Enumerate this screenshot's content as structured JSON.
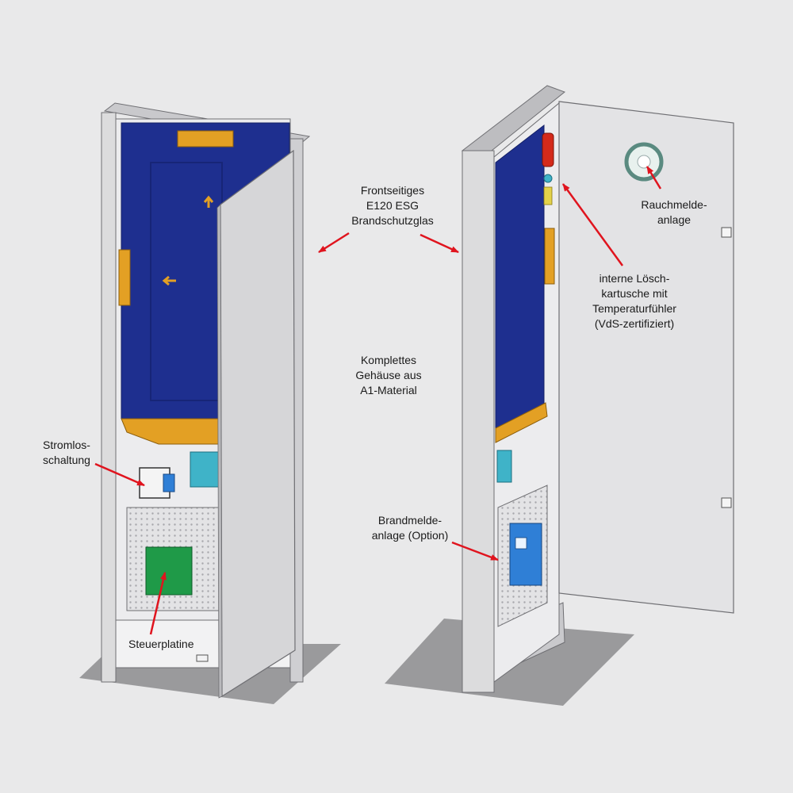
{
  "labels": {
    "glass": [
      "Frontseitiges",
      "E120 ESG",
      "Brandschutzglas"
    ],
    "housing": [
      "Komplettes",
      "Gehäuse aus",
      "A1-Material"
    ],
    "power_off": [
      "Stromlos-",
      "schaltung"
    ],
    "control_board": "Steuerplatine",
    "smoke_detector": [
      "Rauchmelde-",
      "anlage"
    ],
    "extinguisher": [
      "interne Lösch-",
      "kartusche mit",
      "Temperaturfühler",
      "(VdS-zertifiziert)"
    ],
    "fire_alarm": [
      "Brandmelde-",
      "anlage (Option)"
    ]
  },
  "colors": {
    "background": "#e9e9ea",
    "cabinet": "#dcdcdd",
    "door": "#d6d6d8",
    "glass_blue": "#1e2f8f",
    "bracket_orange": "#e3a024",
    "board_green": "#1f9a48",
    "module_cyan": "#3fb3c8",
    "alarm_blue": "#2f7fd6",
    "extinguisher_red": "#d42a1a",
    "arrow_red": "#e0141e",
    "floor_shadow": "#9a9a9c"
  }
}
